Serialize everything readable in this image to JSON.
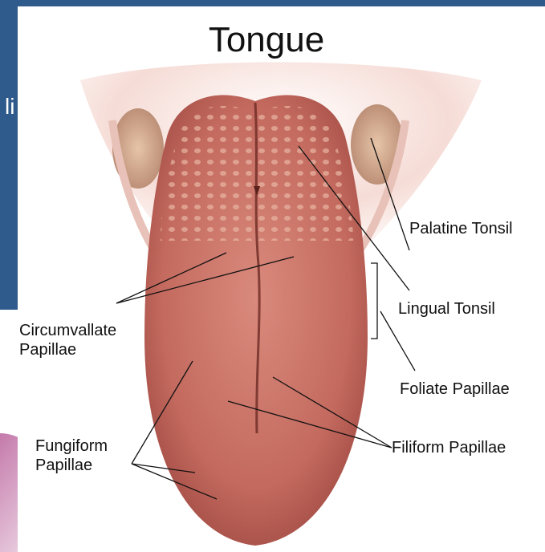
{
  "diagram": {
    "title": "Tongue",
    "labels": {
      "palatine_tonsil": "Palatine Tonsil",
      "lingual_tonsil": "Lingual Tonsil",
      "foliate_line1": "Foliate Papillae",
      "filiform": "Filiform Papillae",
      "circum_line1": "Circumvallate",
      "circum_line2": "Papillae",
      "fungi_line1": "Fungiform",
      "fungi_line2": "Papillae"
    }
  },
  "background": {
    "partial_text": "li"
  },
  "colors": {
    "slide_blue": "#2f5a8c",
    "tongue": "#c46a5f",
    "tongue_dark": "#8f3b33",
    "throat": "#f2c9c1"
  }
}
